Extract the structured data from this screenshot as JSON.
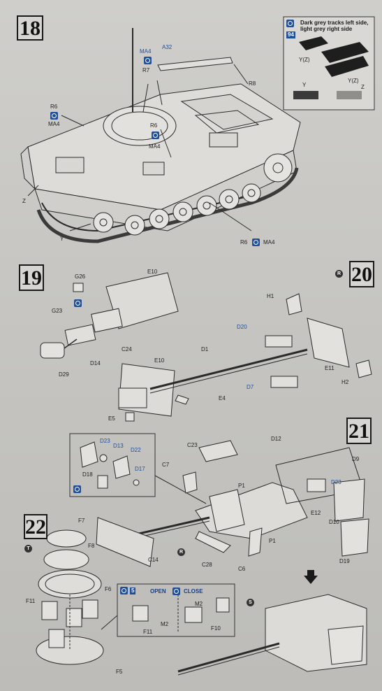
{
  "steps": {
    "s18": "18",
    "s19": "19",
    "s20": "20",
    "s21": "21",
    "s22": "22"
  },
  "step18": {
    "callout_note": "Dark grey tracks left side, light grey right side",
    "callout_badge": "94",
    "labels": {
      "a32": "A32",
      "ma4_top": "MA4",
      "r7": "R7",
      "r8": "R8",
      "r6_left": "R6",
      "ma4_left": "MA4",
      "r6_mid": "R6",
      "ma4_mid": "MA4",
      "z_left": "Z",
      "y_left": "Y",
      "r6_bottom": "R6",
      "ma4_bottom": "MA4",
      "yz_1": "Y(Z)",
      "yz_2": "Y(Z)",
      "y_small": "Y",
      "z_small": "Z"
    }
  },
  "step19": {
    "labels": {
      "g26": "G26",
      "g23": "G23",
      "e10_top": "E10",
      "c24": "C24",
      "d14": "D14",
      "d29": "D29"
    }
  },
  "step20": {
    "mark": "R",
    "labels": {
      "h1": "H1",
      "d20": "D20",
      "d1": "D1",
      "e11": "E11",
      "h2": "H2",
      "d7": "D7",
      "e10": "E10",
      "e4": "E4",
      "e5": "E5"
    }
  },
  "step21": {
    "labels": {
      "d23_inset": "D23",
      "d13": "D13",
      "d22": "D22",
      "d17": "D17",
      "d18": "D18",
      "c23": "C23",
      "d12": "D12",
      "d9": "D9",
      "c7": "C7",
      "p1_top": "P1",
      "d23": "D23",
      "e12": "E12",
      "d10": "D10",
      "p1_bottom": "P1",
      "c14": "C14",
      "c28": "C28",
      "c6": "C6",
      "d19": "D19"
    },
    "mark_r": "R"
  },
  "step22": {
    "mark_t": "T",
    "mark_s": "S",
    "open_label": "OPEN",
    "close_label": "CLOSE",
    "open_badge": "5",
    "labels": {
      "f7": "F7",
      "f8": "F8",
      "f6": "F6",
      "f11": "F11",
      "f11_inset": "F11",
      "m2_open": "M2",
      "m2_close": "M2",
      "f10": "F10",
      "f5": "F5"
    }
  }
}
